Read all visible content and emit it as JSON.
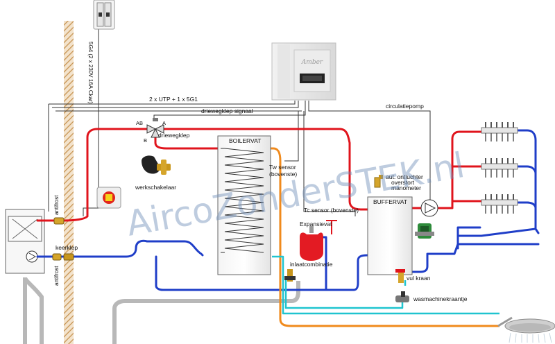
{
  "labels": {
    "cable_breaker": "5G4 (2 x 230V 16A Ckar)",
    "cable_utp": "2 x UTP + 1 x 5G1",
    "three_way_signal": "driewegklep signaal",
    "circulation_pump": "circulatiepomp",
    "port_ab": "AB",
    "port_a": "A",
    "port_b": "B",
    "three_way_valve": "driewegklep",
    "boiler": "BOILERVAT",
    "tw_sensor_1": "Tw sensor",
    "tw_sensor_2": "(bovenste)",
    "work_switch": "werkschakelaar",
    "auto_vent_1": "aut. ontluchter",
    "auto_vent_2": "overstort",
    "auto_vent_3": "manometer",
    "tc_sensor": "Tc sensor (bovenste)",
    "buffer": "BUFFERVAT",
    "expansion_vessel": "Expansievat",
    "antifrost_top": "antifrost",
    "check_valve": "keerklep",
    "antifrost_bottom": "antifrost",
    "inlet_combination": "inlaatcombinatie",
    "fill_tap": "vul kraan",
    "washing_machine_tap": "wasmachinekraantje"
  },
  "device": {
    "brand": "Amber"
  },
  "watermark": "AircoZonderSTEK.nl",
  "colors": {
    "supply": "#e0141c",
    "return": "#1f3ec8",
    "cold_water": "#1fc4cf",
    "hot_water": "#f08a1c",
    "drain": "#b8b8b8",
    "signal": "#555555"
  }
}
